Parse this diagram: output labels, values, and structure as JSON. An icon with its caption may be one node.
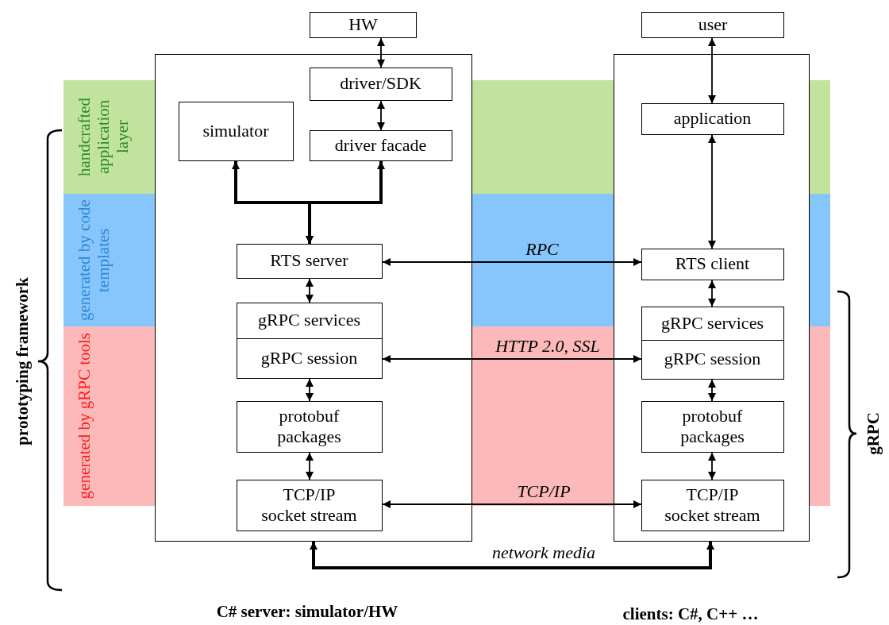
{
  "diagram": {
    "nodes": [
      {
        "text": [
          "handcrafted application layer"
        ]
      },
      {
        "text": [
          "generated by code templates"
        ]
      },
      {
        "text": [
          "generated by gRPC tools"
        ]
      },
      {
        "text": [],
        "shape": "box"
      },
      {
        "text": [],
        "shape": "box"
      },
      {
        "text": [
          "HW"
        ]
      },
      {
        "text": [
          "driver/SDK"
        ],
        "in": 3
      },
      {
        "text": [
          "simulator"
        ],
        "in": 3
      },
      {
        "text": [
          "driver facade"
        ],
        "in": 3
      },
      {
        "text": [
          "RTS server"
        ],
        "in": 3
      },
      {
        "text": [
          "gRPC services"
        ],
        "in": 3
      },
      {
        "text": [
          "gRPC session"
        ],
        "in": 3
      },
      {
        "text": [
          "protobuf packages"
        ],
        "in": 3
      },
      {
        "text": [
          "TCP/IP socket stream"
        ],
        "in": 3
      },
      {
        "text": [
          "user"
        ]
      },
      {
        "text": [
          "application"
        ],
        "in": 4
      },
      {
        "text": [
          "RTS client"
        ],
        "in": 4
      },
      {
        "text": [
          "gRPC services"
        ],
        "in": 4
      },
      {
        "text": [
          "gRPC session"
        ],
        "in": 4
      },
      {
        "text": [
          "protobuf packages"
        ],
        "in": 4
      },
      {
        "text": [
          "TCP/IP socket stream"
        ],
        "in": 4
      }
    ],
    "edges": [
      {
        "from": 5,
        "to": 6,
        "arrow": "both"
      },
      {
        "from": 6,
        "to": 8,
        "arrow": "both"
      },
      {
        "from": 9,
        "to": 7,
        "arrow": "both",
        "style": "thick"
      },
      {
        "from": 9,
        "to": 8,
        "arrow": "both",
        "style": "thick"
      },
      {
        "from": 9,
        "to": 10,
        "arrow": "both"
      },
      {
        "from": 11,
        "to": 12,
        "arrow": "both"
      },
      {
        "from": 12,
        "to": 13,
        "arrow": "both"
      },
      {
        "from": 9,
        "to": 16,
        "arrow": "both",
        "label": "RPC"
      },
      {
        "from": 11,
        "to": 18,
        "arrow": "both",
        "label": "HTTP 2.0, SSL"
      },
      {
        "from": 13,
        "to": 20,
        "arrow": "both",
        "label": "TCP/IP"
      },
      {
        "from": 3,
        "to": 4,
        "arrow": "both",
        "label": "network media",
        "style": "thick"
      },
      {
        "from": 14,
        "to": 15,
        "arrow": "both"
      },
      {
        "from": 15,
        "to": 16,
        "arrow": "both"
      },
      {
        "from": 16,
        "to": 17,
        "arrow": "both"
      },
      {
        "from": 18,
        "to": 19,
        "arrow": "both"
      },
      {
        "from": 19,
        "to": 20,
        "arrow": "both"
      }
    ],
    "labels": [
      "prototyping framework",
      "gRPC",
      "C# server: simulator/HW",
      "clients: C#, C++ …"
    ]
  }
}
